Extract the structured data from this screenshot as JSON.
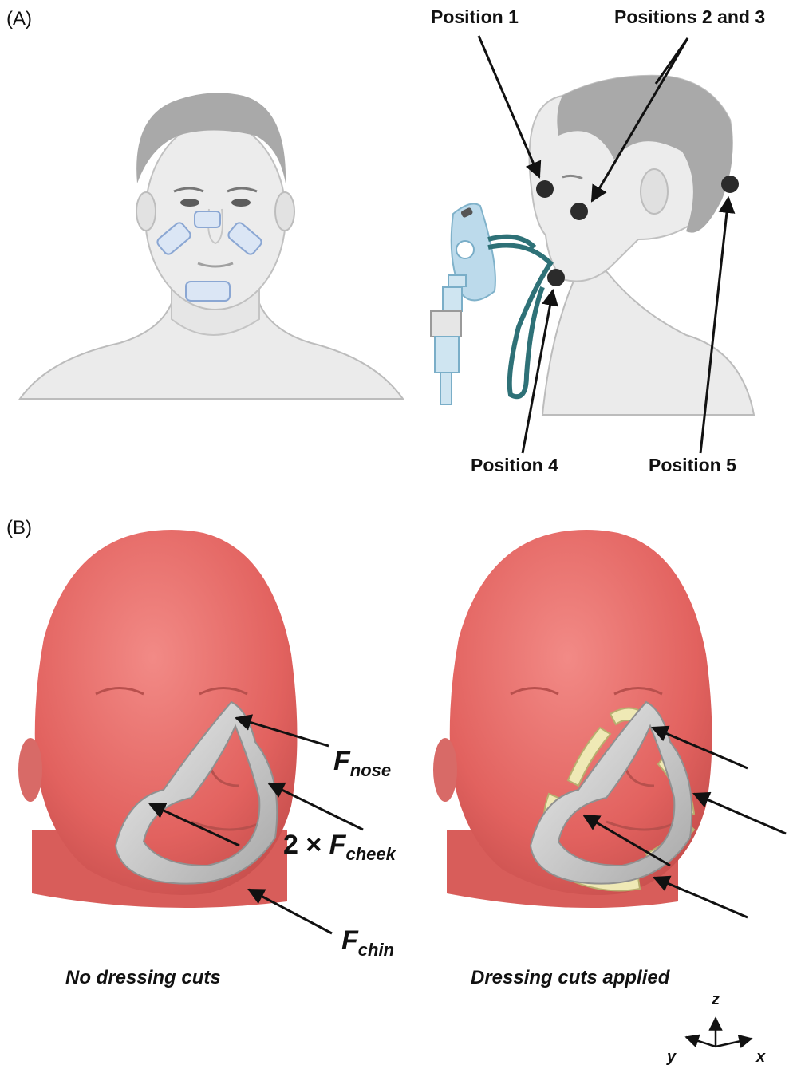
{
  "panel_a": {
    "letter": "(A)",
    "labels": {
      "position_1": "Position 1",
      "positions_2_3": "Positions 2 and 3",
      "position_4": "Position 4",
      "position_5": "Position 5"
    }
  },
  "panel_b": {
    "letter": "(B)",
    "forces": {
      "nose_base": "F",
      "nose_sub": "nose",
      "cheek_prefix": "2 × ",
      "cheek_base": "F",
      "cheek_sub": "cheek",
      "chin_base": "F",
      "chin_sub": "chin"
    },
    "captions": {
      "left": "No dressing cuts",
      "right": "Dressing cuts applied"
    },
    "axes": {
      "z": "z",
      "y": "y",
      "x": "x"
    }
  },
  "colors": {
    "skin_gray": "#e4e4e4",
    "hair_gray": "#a9a9a9",
    "dressing_blue": "#dbe6f5",
    "mask_blue": "#b9d9ea",
    "strap_teal": "#2e7177",
    "head_model_red": "#e8706e",
    "mask_model_gray": "#c9c9c9",
    "dressing_cream": "#efe9b5"
  }
}
